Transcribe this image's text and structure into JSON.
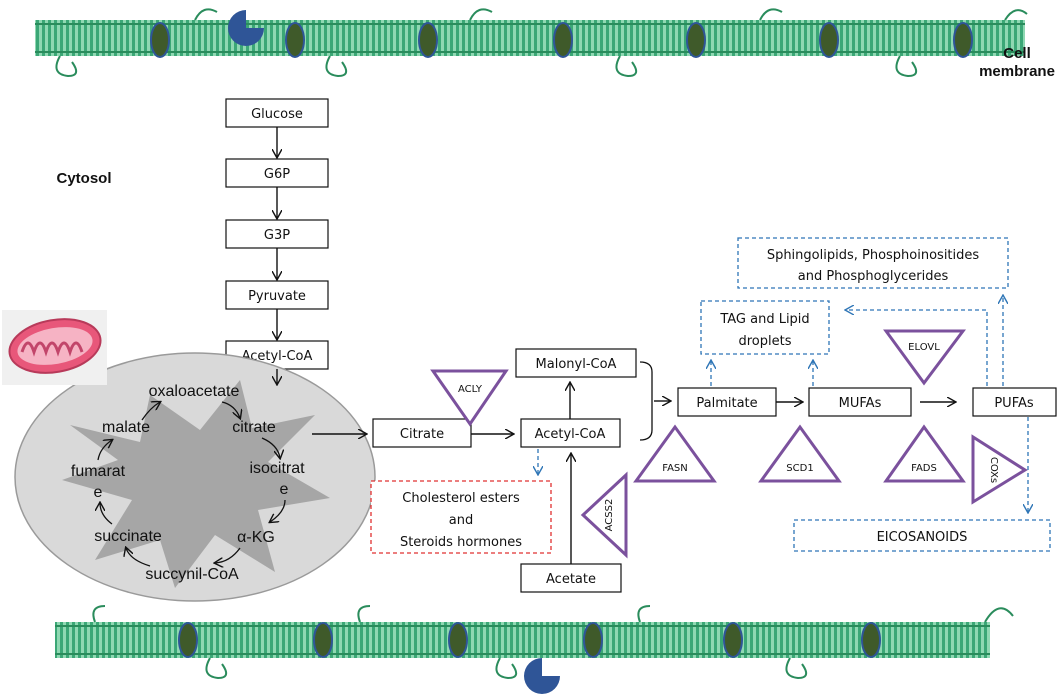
{
  "labels": {
    "cell_membrane_line1": "Cell",
    "cell_membrane_line2": "membrane",
    "cytosol": "Cytosol"
  },
  "glycolysis": [
    "Glucose",
    "G6P",
    "G3P",
    "Pyruvate",
    "Acetyl-CoA"
  ],
  "tca_cycle": {
    "oxaloacetate": "oxaloacetate",
    "citrate": "citrate",
    "isocitrate_line1": "isocitrat",
    "isocitrate_line2": "e",
    "akg": "α-KG",
    "succinyl_coa": "succynil-CoA",
    "succinate": "succinate",
    "fumarate_line1": "fumarat",
    "fumarate_line2": "e",
    "malate": "malate"
  },
  "boxes": {
    "citrate": "Citrate",
    "acetyl_coa": "Acetyl-CoA",
    "malonyl_coa": "Malonyl-CoA",
    "acetate": "Acetate",
    "palmitate": "Palmitate",
    "mufas": "MUFAs",
    "pufas": "PUFAs"
  },
  "products": {
    "cholesterol_line1": "Cholesterol esters",
    "cholesterol_line2": "and",
    "cholesterol_line3": "Steroids hormones",
    "tag_line1": "TAG and Lipid",
    "tag_line2": "droplets",
    "sphingo_line1": "Sphingolipids, Phosphoinositides",
    "sphingo_line2": "and Phosphoglycerides",
    "eicosanoids": "EICOSANOIDS"
  },
  "enzymes": {
    "acly": "ACLY",
    "acss2": "ACSS2",
    "fasn": "FASN",
    "scd1": "SCD1",
    "elovl": "ELOVL",
    "fads": "FADS",
    "coxs": "COXs"
  },
  "colors": {
    "membrane": "#3ba776",
    "membrane_light": "#7fd1a7",
    "channel": "#3f5a2a",
    "receptor": "#2f5597",
    "enzyme_triangle": "#7b519d",
    "dashed_blue": "#2e75b6",
    "dashed_red": "#e03131",
    "mitochondrion_outer": "#d9d9d9",
    "mitochondrion_inner": "#a6a6a6",
    "mito_icon": "#e8577a"
  }
}
